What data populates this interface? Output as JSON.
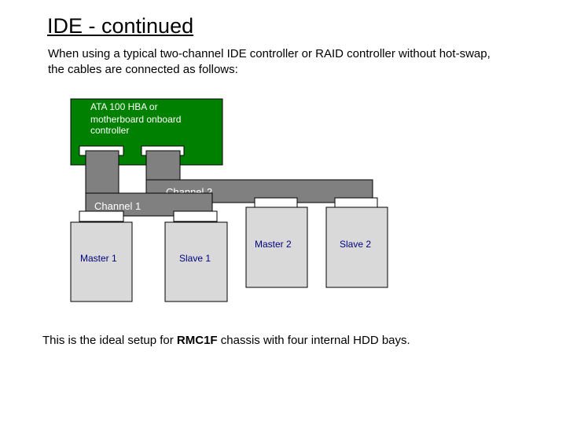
{
  "slide": {
    "title": "IDE - continued",
    "intro": "When using a typical two-channel IDE controller or RAID controller without hot-swap,  the cables are connected as follows:",
    "outro_before": "This is the ideal setup for ",
    "outro_bold": "RMC1F",
    "outro_after": " chassis with four internal HDD bays."
  },
  "diagram": {
    "controller": {
      "line1": "ATA 100 HBA or",
      "line2": "motherboard onboard",
      "line3": "controller"
    },
    "channel1": "Channel 1",
    "channel2": "Channel 2",
    "drives": {
      "master1": "Master 1",
      "slave1": "Slave 1",
      "master2": "Master 2",
      "slave2": "Slave 2"
    },
    "colors": {
      "controller": "#008000",
      "cable": "#808080",
      "drive": "#d9d9d9",
      "drive_label": "#000080",
      "connector": "#ffffff"
    }
  }
}
